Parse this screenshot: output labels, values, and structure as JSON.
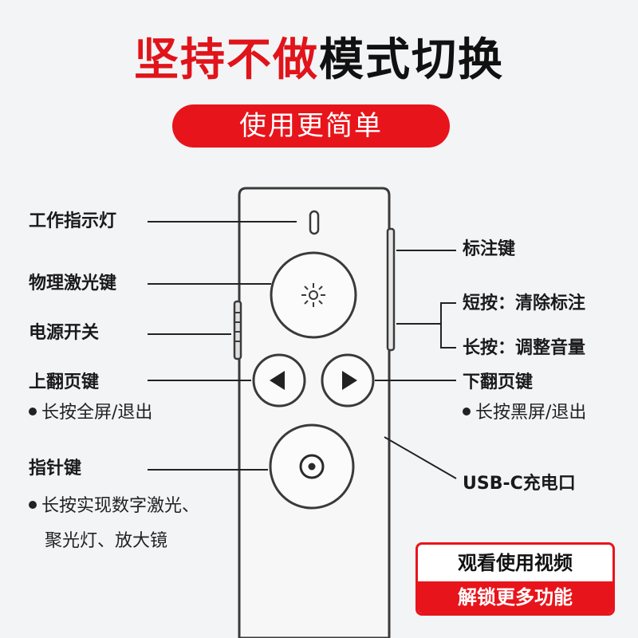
{
  "headline": {
    "red_part": "坚持不做",
    "black_part": "模式切换"
  },
  "subheadline": "使用更简单",
  "labels": {
    "indicator_light": "工作指示灯",
    "laser_key": "物理激光键",
    "power_switch": "电源开关",
    "page_up": "上翻页键",
    "page_up_note": "长按全屏/退出",
    "pointer_key": "指针键",
    "pointer_note_line1": "长按实现数字激光、",
    "pointer_note_line2": "聚光灯、放大镜",
    "annotation_key": "标注键",
    "short_press": "短按：清除标注",
    "long_press": "长按：调整音量",
    "page_down": "下翻页键",
    "page_down_note": "长按黑屏/退出",
    "usb_port": "USB-C充电口"
  },
  "cta": {
    "top": "观看使用视频",
    "bottom": "解锁更多功能"
  },
  "icons": {
    "laser": "sun-icon",
    "left": "triangle-left-icon",
    "right": "triangle-right-icon",
    "pointer": "target-dot-icon"
  },
  "colors": {
    "brand_red": "#e8141b",
    "outline": "#3a3a3a",
    "background": "#f3f4f6"
  }
}
